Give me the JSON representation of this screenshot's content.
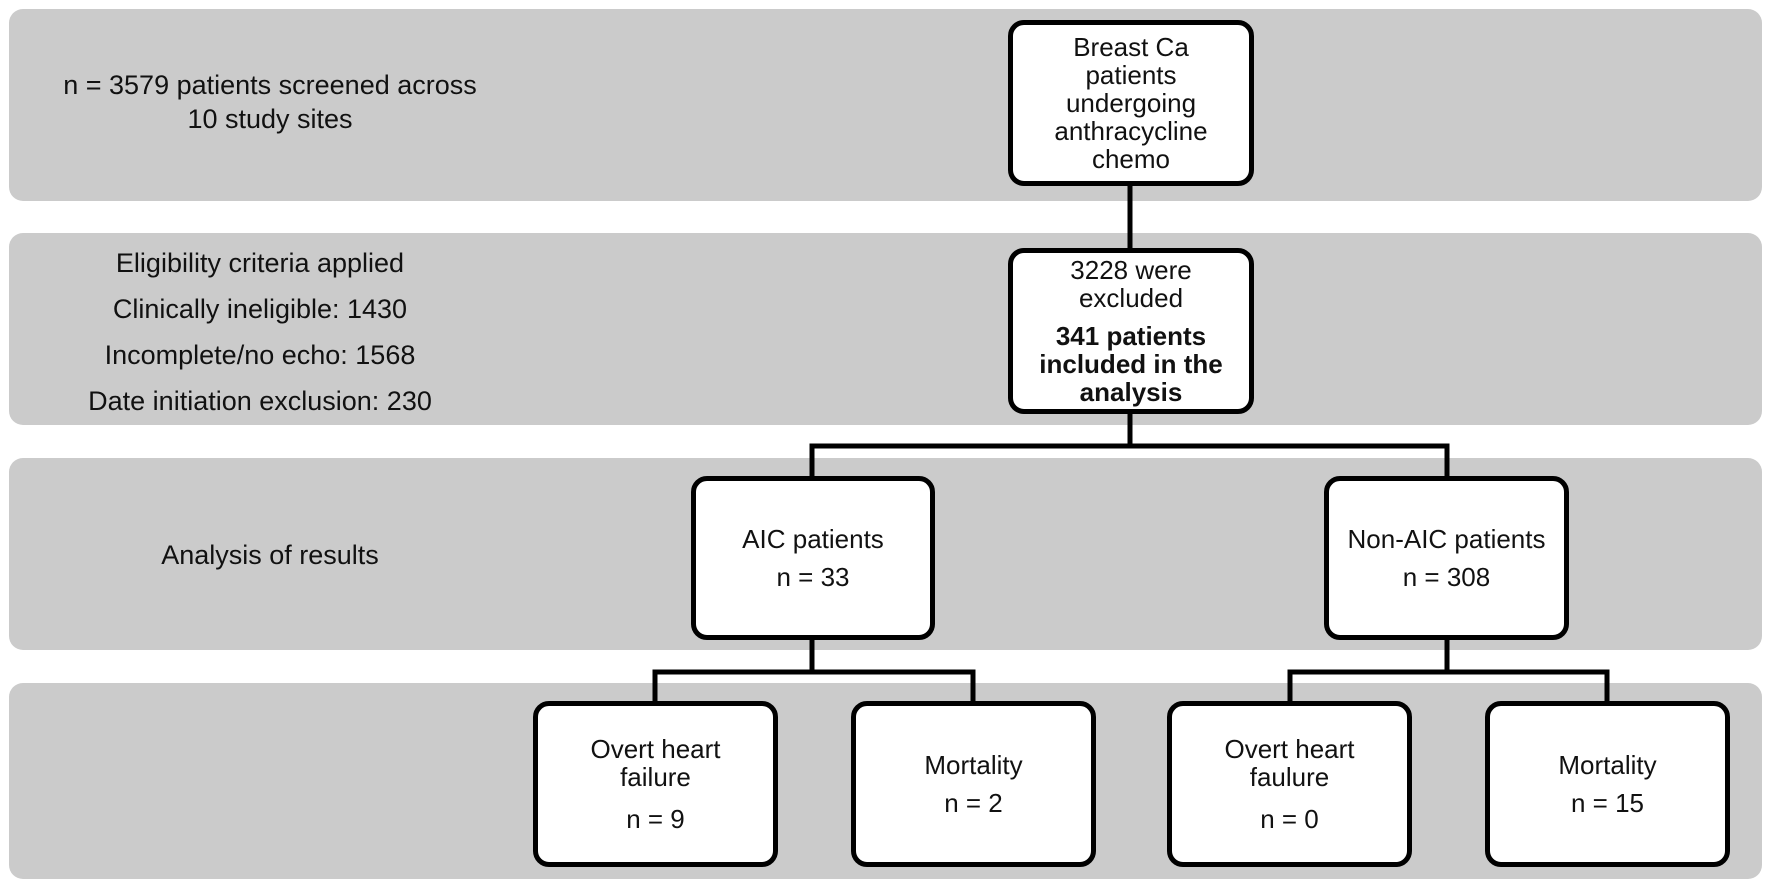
{
  "rows": {
    "screening": {
      "text": [
        "n = 3579 patients screened across",
        "10 study sites"
      ]
    },
    "eligibility": {
      "lines": [
        "Eligibility criteria applied",
        "Clinically ineligible: 1430",
        "Incomplete/no echo: 1568",
        "Date initiation exclusion: 230"
      ]
    },
    "analysis": {
      "label": "Analysis of results"
    }
  },
  "boxes": {
    "start": [
      "Breast Ca",
      "patients",
      "undergoing",
      "anthracycline",
      "chemo"
    ],
    "excluded": {
      "line1": "3228 were",
      "line2": "excluded",
      "bold": [
        "341 patients",
        "included in the",
        "analysis"
      ]
    },
    "aic": {
      "label": "AIC patients",
      "n": "n = 33"
    },
    "non_aic": {
      "label": "Non-AIC patients",
      "n": "n = 308"
    },
    "aic_hf": {
      "line1": "Overt heart",
      "line2": "failure",
      "n": "n = 9"
    },
    "aic_mortality": {
      "label": "Mortality",
      "n": "n = 2"
    },
    "nonaic_hf": {
      "line1": "Overt heart",
      "line2": "faulure",
      "n": "n = 0"
    },
    "nonaic_mortality": {
      "label": "Mortality",
      "n": "n = 15"
    }
  }
}
